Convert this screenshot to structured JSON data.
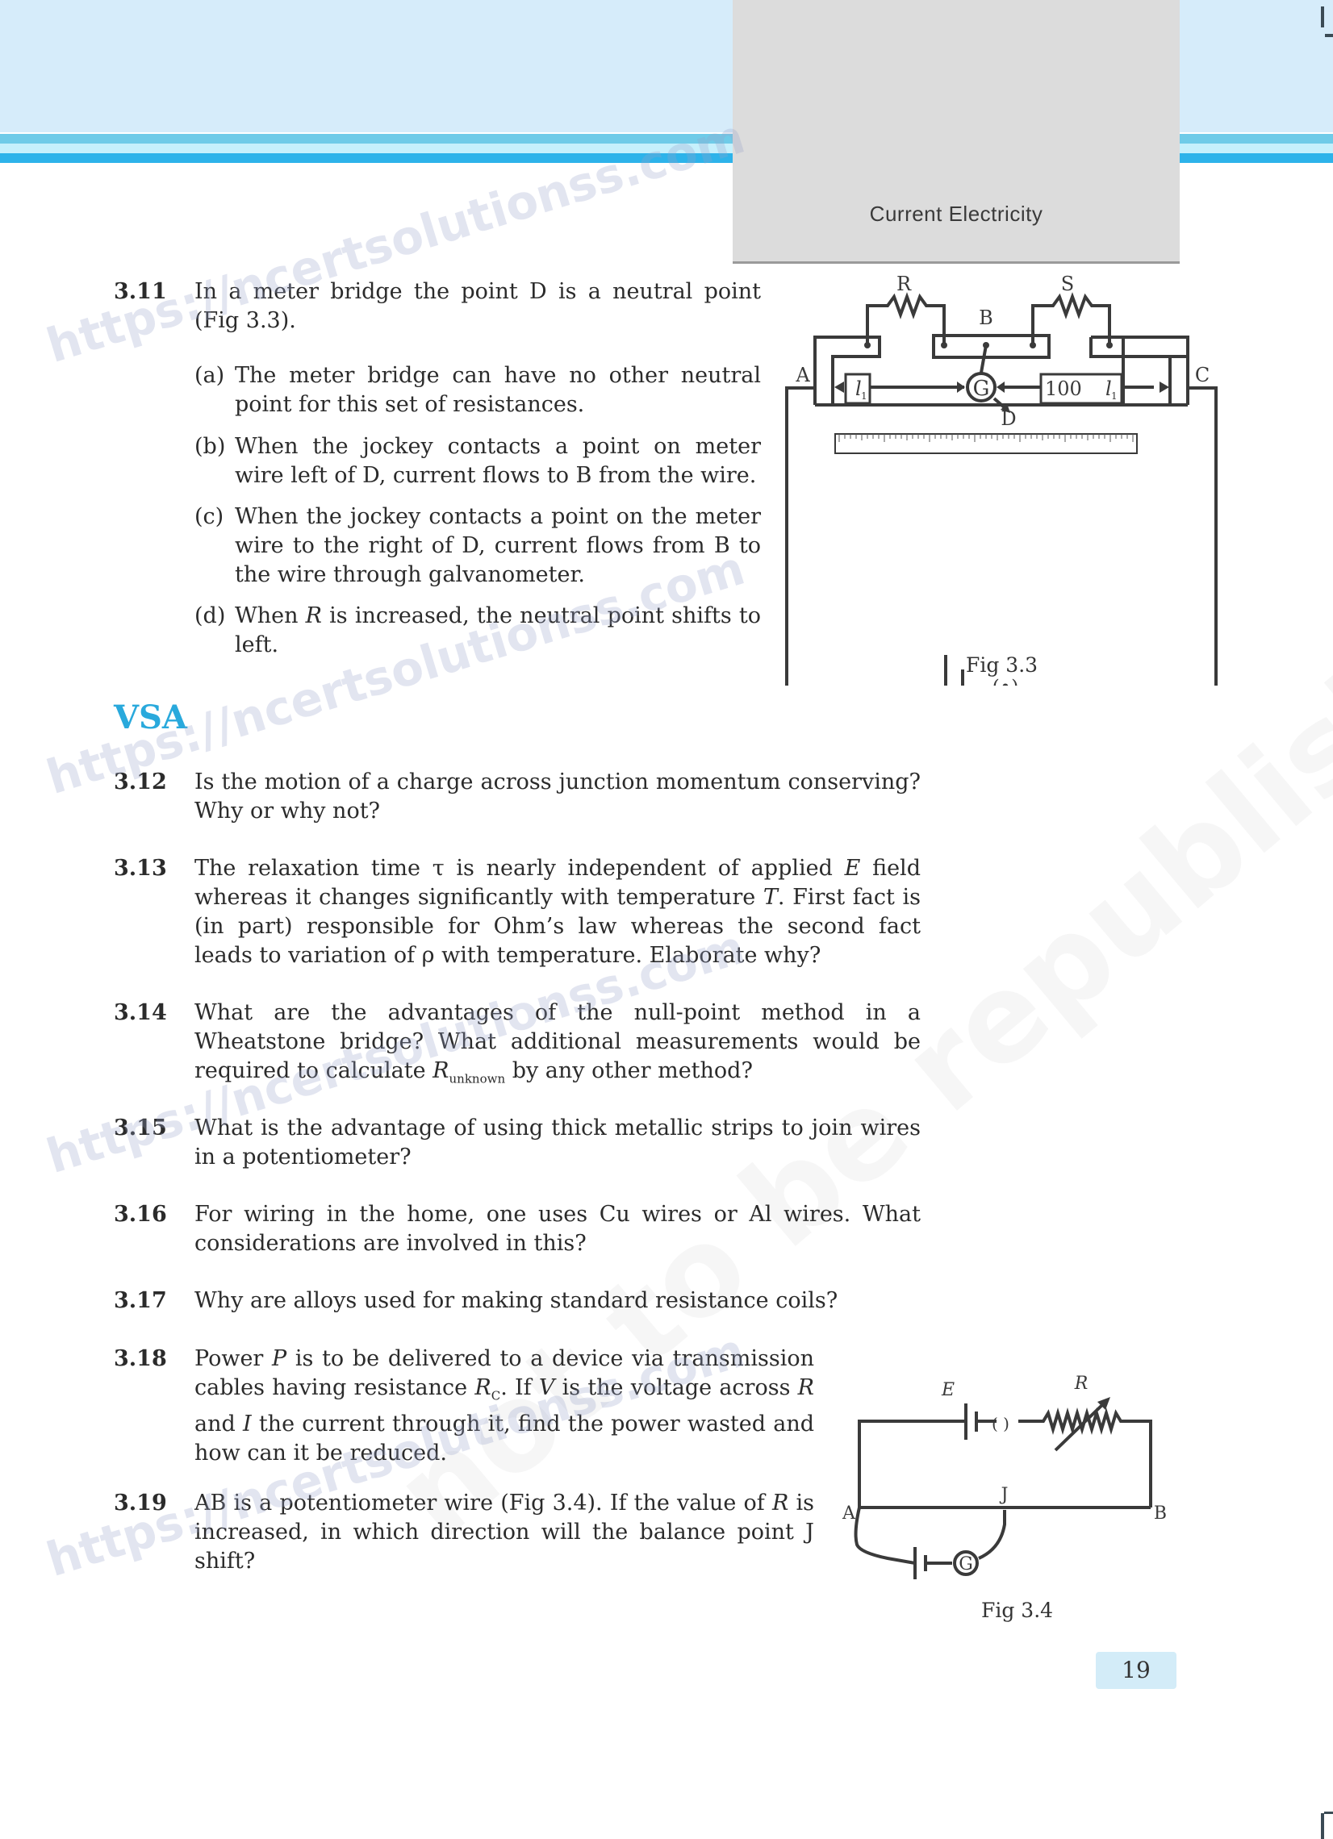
{
  "header": {
    "chapter_title": "Current Electricity"
  },
  "questions_top": [
    {
      "number": "3.11",
      "text": "In a meter bridge the point D is a neutral point (Fig 3.3).",
      "options": [
        {
          "label": "(a)",
          "text": "The meter bridge can have no other neutral point for this set of resistances."
        },
        {
          "label": "(b)",
          "text": "When the jockey contacts a point on meter wire left of D, current flows to B from the wire."
        },
        {
          "label": "(c)",
          "text": "When the jockey contacts a point on the meter wire to the right of D, current flows from B to the wire through galvanometer."
        },
        {
          "label": "(d)",
          "text_pre": "When ",
          "text_italic": "R",
          "text_post": " is increased, the neutral point shifts to left."
        }
      ]
    }
  ],
  "section": {
    "title": "VSA"
  },
  "questions": [
    {
      "number": "3.12",
      "text": "Is the motion of a charge across junction momentum conserving? Why or why not?"
    },
    {
      "number": "3.13",
      "parts": {
        "a": "The relaxation time τ is nearly independent of applied ",
        "b": "E",
        "c": " field whereas it changes significantly with temperature ",
        "d": "T",
        "e": ". First fact is (in part) responsible for Ohm’s law whereas the second fact leads to variation of ρ with temperature. Elaborate why?"
      }
    },
    {
      "number": "3.14",
      "parts": {
        "a": "What are the advantages of the null-point method in a Wheatstone bridge? What additional measurements would be required to calculate ",
        "b": "R",
        "sub": "unknown",
        "c": " by any other method?"
      }
    },
    {
      "number": "3.15",
      "text": "What is the advantage of using thick metallic strips to join wires in a potentiometer?"
    },
    {
      "number": "3.16",
      "text": "For wiring in the home, one uses Cu wires or Al wires. What considerations are involved in this?"
    },
    {
      "number": "3.17",
      "text": "Why are alloys used for making standard resistance coils?"
    },
    {
      "number": "3.18",
      "parts": {
        "a": "Power ",
        "b": "P",
        "c": " is to be delivered to a device via transmission cables having resistance ",
        "d": "R",
        "sub": "C",
        "e": ". If ",
        "f": "V",
        "g": " is the voltage across ",
        "h": "R",
        "i": " and ",
        "j": "I",
        "k": " the current through it, find the power wasted and how can it be reduced."
      }
    },
    {
      "number": "3.19",
      "parts": {
        "a": "AB is a potentiometer wire (Fig 3.4). If the value of ",
        "b": "R",
        "c": " is increased, in which direction will the balance point J shift?"
      }
    }
  ],
  "figures": {
    "fig33": {
      "caption": "Fig 3.3",
      "labels": {
        "R": "R",
        "S": "S",
        "B": "B",
        "A": "A",
        "C": "C",
        "D": "D",
        "G": "G",
        "l1": "l",
        "l1_sub": "1",
        "hundred": "100"
      }
    },
    "fig34": {
      "caption": "Fig 3.4",
      "labels": {
        "E": "E",
        "R": "R",
        "A": "A",
        "B": "B",
        "J": "J",
        "G": "G"
      }
    }
  },
  "footer": {
    "page_number": "19"
  },
  "watermark": {
    "url_text": "https://ncertsolutionss.com",
    "bg_text": "not to be republished"
  }
}
